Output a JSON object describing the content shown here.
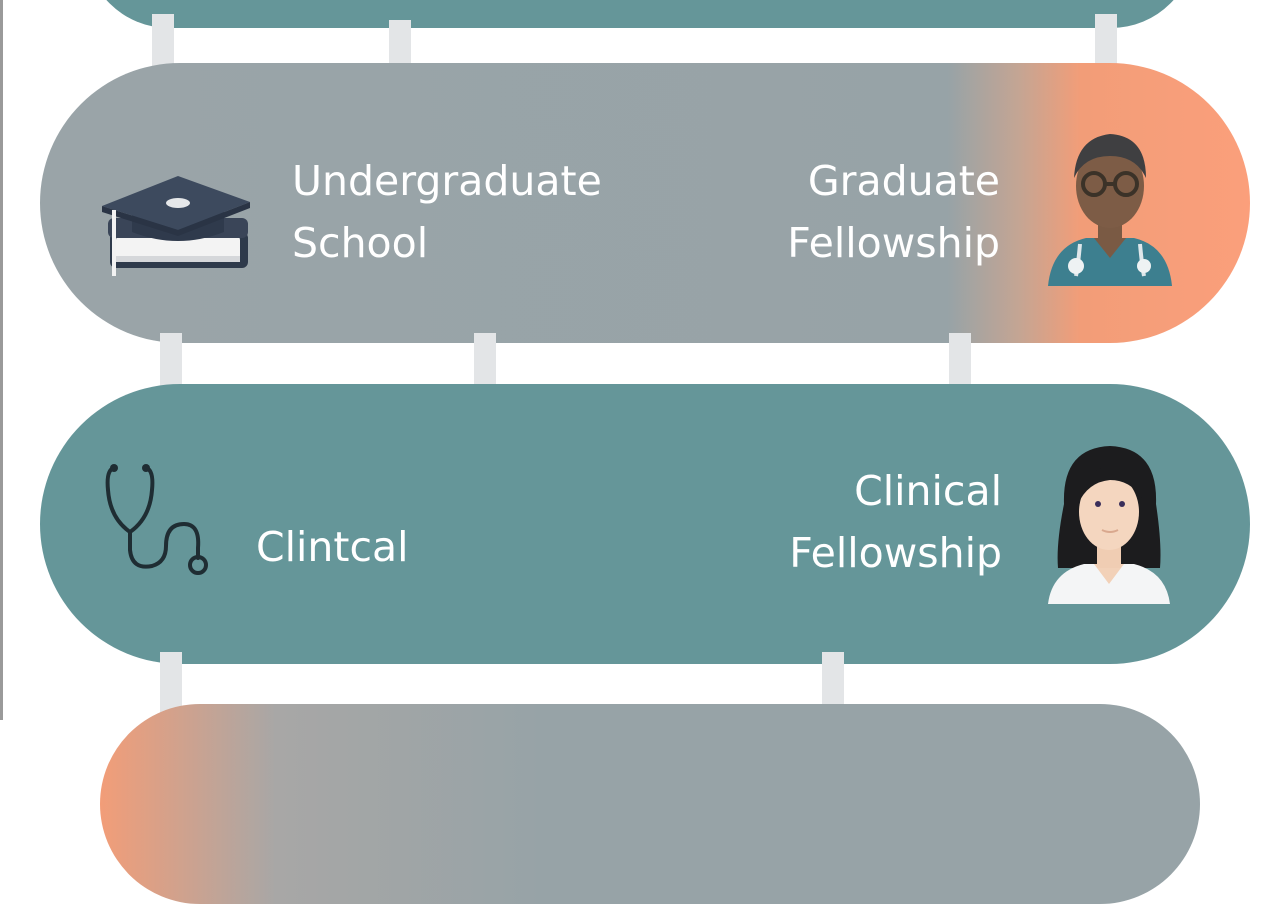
{
  "stages": [
    {
      "left_label": "Undergraduate\nSchool",
      "right_label": "Graduate\nFellowship",
      "left_icon": "graduation-cap-books-icon",
      "right_icon": "doctor-with-glasses-avatar-icon"
    },
    {
      "left_label": "Clintcal",
      "right_label": "Clinical\nFellowship",
      "left_icon": "stethoscope-icon",
      "right_icon": "female-doctor-avatar-icon"
    }
  ],
  "colors": {
    "teal": "#659699",
    "gray": "#97a3a7",
    "orange": "#fb9f7b",
    "connector": "#e3e5e7",
    "text": "#ffffff"
  }
}
